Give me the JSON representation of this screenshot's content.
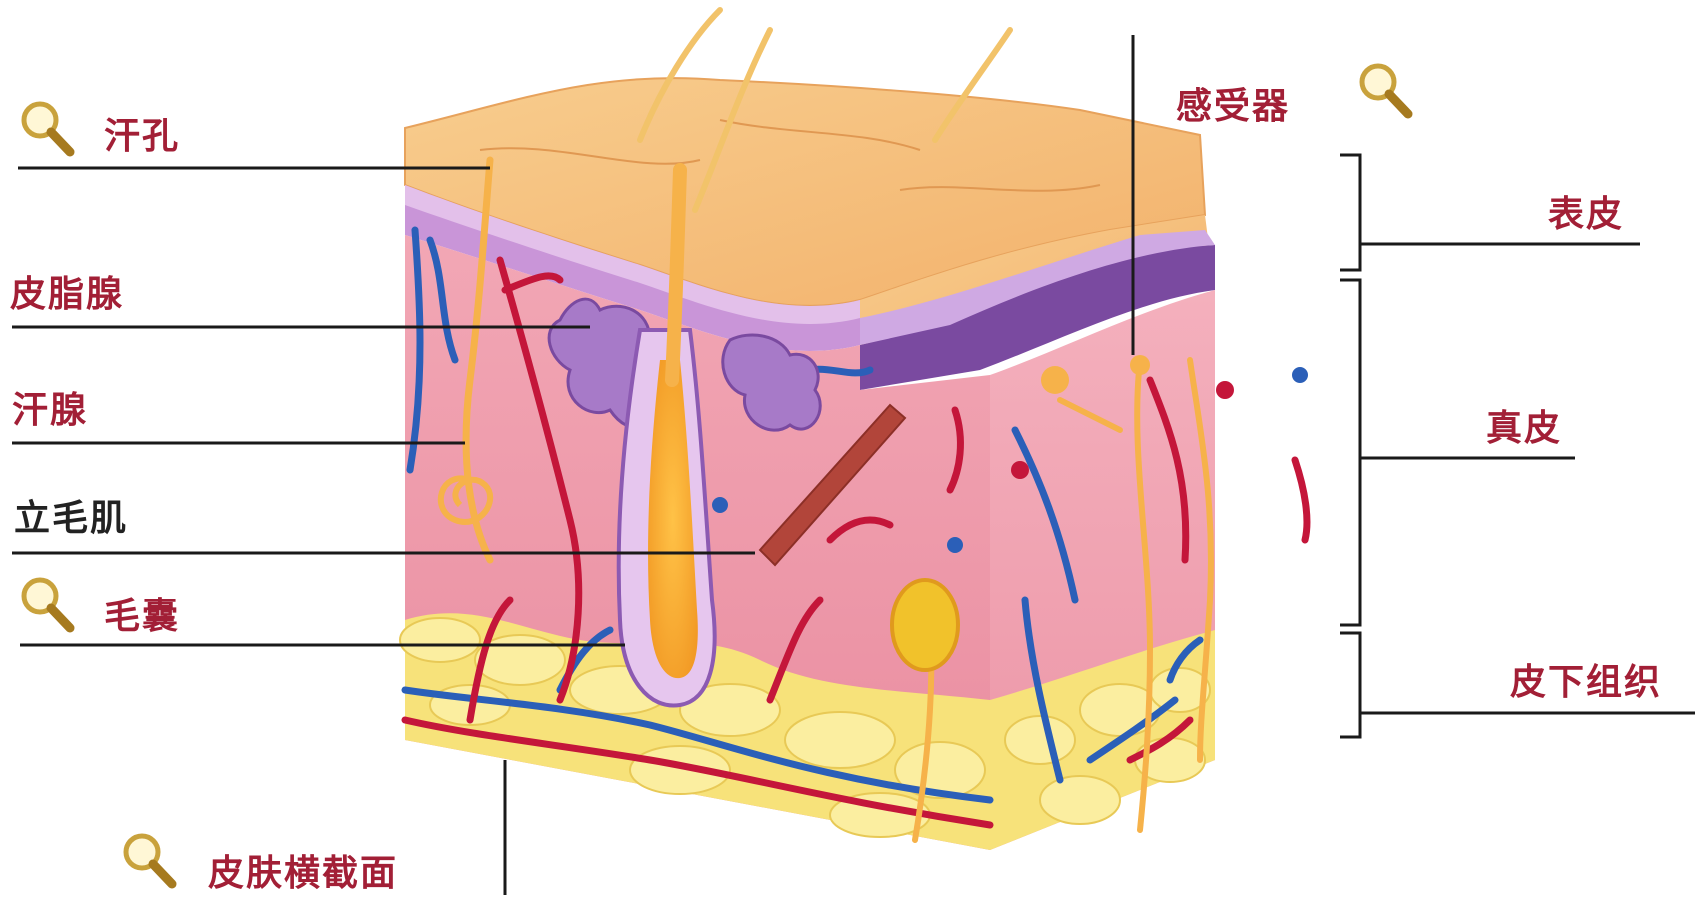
{
  "labels": {
    "sweat_pore": "汗孔",
    "sebaceous_gland": "皮脂腺",
    "sweat_gland": "汗腺",
    "arrector_pili": "立毛肌",
    "hair_follicle": "毛囊",
    "cross_section": "皮肤横截面",
    "receptor": "感受器",
    "epidermis": "表皮",
    "dermis": "真皮",
    "subcutaneous": "皮下组织"
  },
  "colors": {
    "label_red": "#a21f36",
    "label_dark": "#222222",
    "epidermis_top": "#f6c27f",
    "epidermis_purple": "#7a4aa0",
    "dermis_pink": "#ef9fae",
    "fat_yellow": "#f7e27a",
    "artery": "#c4163a",
    "vein": "#2b5fb8",
    "nerve": "#f6b24a",
    "gland_purple": "#a77ac8"
  },
  "icons": [
    "magnifier-icon"
  ]
}
